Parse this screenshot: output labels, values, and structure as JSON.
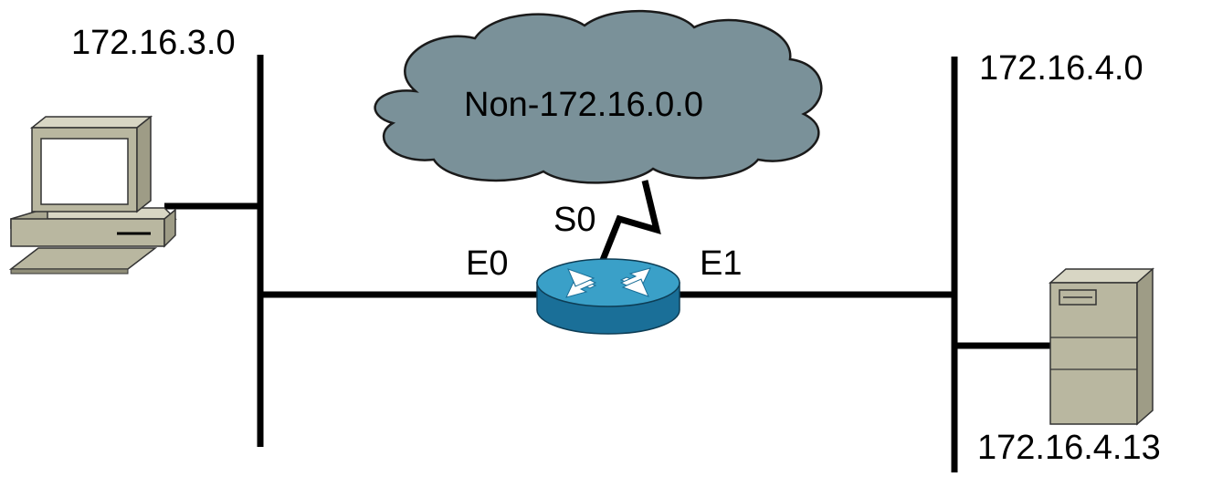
{
  "labels": {
    "left_network": "172.16.3.0",
    "right_network": "172.16.4.0",
    "cloud": "Non-172.16.0.0",
    "router_serial": "S0",
    "router_eth0": "E0",
    "router_eth1": "E1",
    "server_address": "172.16.4.13"
  },
  "icons": {
    "workstation": "computer-icon",
    "router": "router-icon",
    "server": "server-icon",
    "cloud": "cloud-icon"
  },
  "colors": {
    "cloud_fill": "#7a9199",
    "router_top": "#3aa0c8",
    "router_side": "#1a6f98",
    "device_beige": "#b9b7a0",
    "line": "#000000"
  }
}
